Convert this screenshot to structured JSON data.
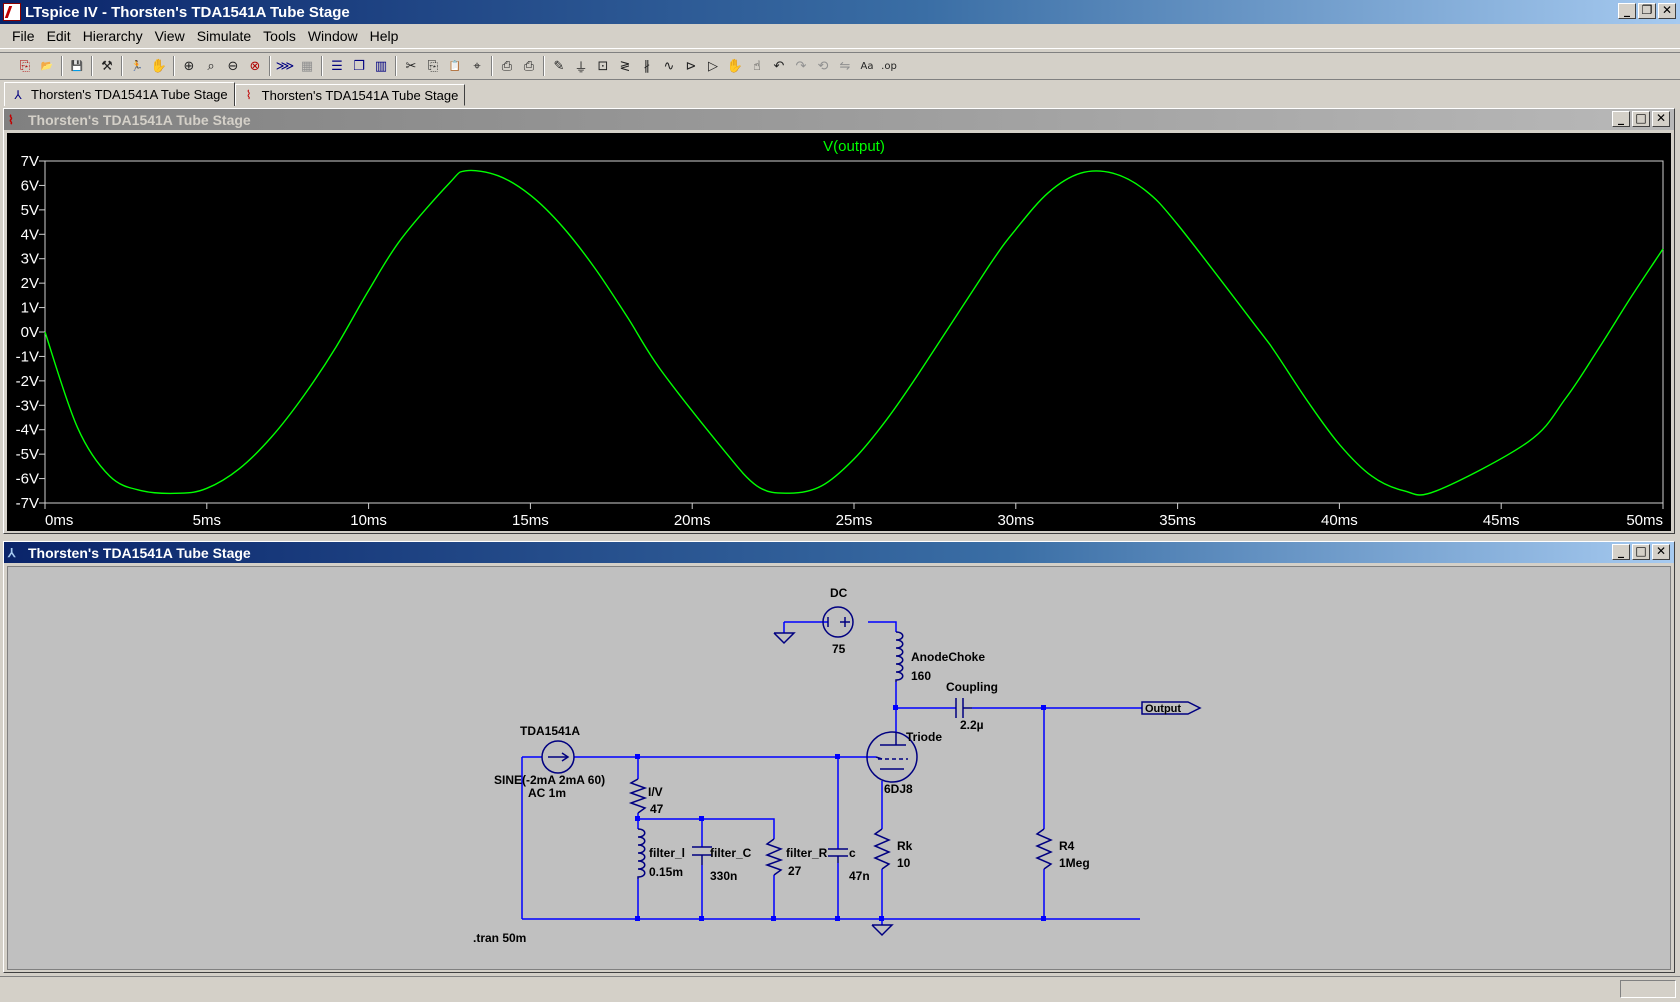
{
  "window": {
    "title": "LTspice IV - Thorsten's TDA1541A Tube Stage"
  },
  "menu": [
    "File",
    "Edit",
    "Hierarchy",
    "View",
    "Simulate",
    "Tools",
    "Window",
    "Help"
  ],
  "toolbar": {
    "groups": [
      [
        "new-schematic-icon",
        "open-icon"
      ],
      [
        "save-icon"
      ],
      [
        "control-panel-icon"
      ],
      [
        "run-icon",
        "halt-icon"
      ],
      [
        "zoom-in-icon",
        "zoom-area-icon",
        "zoom-out-icon",
        "zoom-cancel-icon"
      ],
      [
        "autorange-icon",
        "grid-icon"
      ],
      [
        "tile-horizontal-icon",
        "cascade-icon",
        "tile-vertical-icon"
      ],
      [
        "cut-icon",
        "copy-icon",
        "paste-icon",
        "find-icon"
      ],
      [
        "print-setup-icon",
        "print-icon"
      ],
      [
        "wire-icon",
        "ground-icon",
        "label-net-icon",
        "resistor-icon",
        "capacitor-icon",
        "inductor-icon",
        "diode-icon",
        "component-icon",
        "move-icon",
        "drag-icon",
        "undo-icon",
        "redo-icon",
        "rotate-icon",
        "mirror-icon",
        "text-icon",
        "spice-directive-icon"
      ]
    ]
  },
  "tabs": [
    {
      "label": "Thorsten's TDA1541A Tube Stage",
      "kind": "schematic",
      "active": true
    },
    {
      "label": "Thorsten's TDA1541A Tube Stage",
      "kind": "waveform",
      "active": false
    }
  ],
  "plot_window": {
    "title": "Thorsten's TDA1541A Tube Stage"
  },
  "schematic_window": {
    "title": "Thorsten's TDA1541A Tube Stage"
  },
  "chart_data": {
    "type": "line",
    "title": "V(output)",
    "xlabel": "",
    "ylabel": "",
    "xlim": [
      0,
      50
    ],
    "ylim": [
      -7,
      7
    ],
    "x_ticks": [
      "0ms",
      "5ms",
      "10ms",
      "15ms",
      "20ms",
      "25ms",
      "30ms",
      "35ms",
      "40ms",
      "45ms",
      "50ms"
    ],
    "y_ticks": [
      "7V",
      "6V",
      "5V",
      "4V",
      "3V",
      "2V",
      "1V",
      "0V",
      "-1V",
      "-2V",
      "-3V",
      "-4V",
      "-5V",
      "-6V",
      "-7V"
    ],
    "grid": false,
    "series": [
      {
        "name": "V(output)",
        "color": "#00ff00",
        "x_units": "ms",
        "y_units": "V",
        "x": [
          0,
          1,
          2,
          3,
          4.17,
          5,
          6,
          7,
          8,
          9,
          10,
          11,
          12.5,
          13,
          14,
          15,
          16,
          17,
          18,
          19,
          20.83,
          22,
          23,
          24,
          25,
          26,
          27,
          29.17,
          30,
          31,
          32,
          33,
          34,
          35,
          37.5,
          38,
          39,
          40,
          41,
          42,
          43,
          45.83,
          47,
          48,
          49,
          50
        ],
        "y": [
          0,
          -3.9,
          -5.9,
          -6.5,
          -6.6,
          -6.4,
          -5.6,
          -4.3,
          -2.6,
          -0.6,
          1.7,
          3.8,
          6.1,
          6.6,
          6.4,
          5.6,
          4.3,
          2.6,
          0.6,
          -1.5,
          -4.6,
          -6.3,
          -6.6,
          -6.3,
          -5.2,
          -3.6,
          -1.7,
          2.7,
          4.2,
          5.7,
          6.5,
          6.5,
          5.8,
          4.4,
          0.1,
          -0.8,
          -2.8,
          -4.6,
          -5.9,
          -6.5,
          -6.5,
          -4.5,
          -2.7,
          -0.7,
          1.4,
          3.4
        ]
      }
    ]
  },
  "schematic": {
    "components": {
      "dc": {
        "name": "DC",
        "value": "75"
      },
      "anode_choke": {
        "name": "AnodeChoke",
        "value": "160"
      },
      "coupling": {
        "name": "Coupling",
        "value": "2.2µ"
      },
      "triode": {
        "name": "Triode",
        "value": "6DJ8"
      },
      "source": {
        "name": "TDA1541A",
        "value1": "SINE(-2mA 2mA 60)",
        "value2": "AC 1m"
      },
      "iv": {
        "name": "I/V",
        "value": "47"
      },
      "filter_l": {
        "name": "filter_l",
        "value": "0.15m"
      },
      "filter_c": {
        "name": "filter_C",
        "value": "330n"
      },
      "filter_r": {
        "name": "filter_R",
        "value": "27"
      },
      "c": {
        "name": "c",
        "value": "47n"
      },
      "rk": {
        "name": "Rk",
        "value": "10"
      },
      "r4": {
        "name": "R4",
        "value": "1Meg"
      }
    },
    "output_label": "Output",
    "directive": ".tran 50m",
    "colors": {
      "wire": "#0000ff",
      "component": "#000080",
      "background": "#c0c0c0",
      "text": "#000000"
    }
  }
}
